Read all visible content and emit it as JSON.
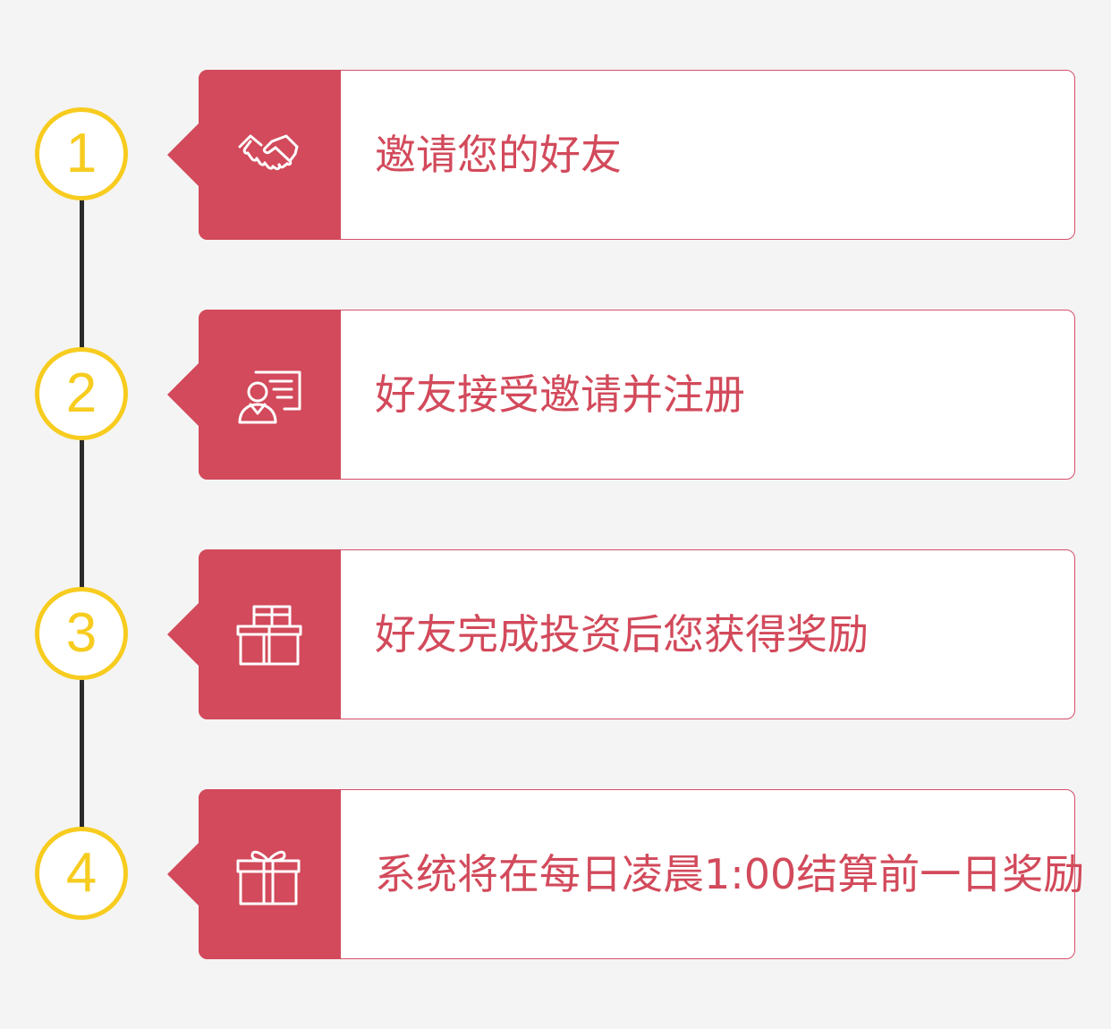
{
  "steps": [
    {
      "number": "1",
      "icon": "handshake-icon",
      "label": "邀请您的好友"
    },
    {
      "number": "2",
      "icon": "id-card-icon",
      "label": "好友接受邀请并注册"
    },
    {
      "number": "3",
      "icon": "stacked-boxes-icon",
      "label": "好友完成投资后您获得奖励"
    },
    {
      "number": "4",
      "icon": "gift-icon",
      "label": "系统将在每日凌晨1:00结算前一日奖励"
    }
  ],
  "colors": {
    "accent": "#d24a5b",
    "number_ring": "#f7cc1f",
    "timeline": "#2a2a2a",
    "background": "#f4f4f4"
  }
}
